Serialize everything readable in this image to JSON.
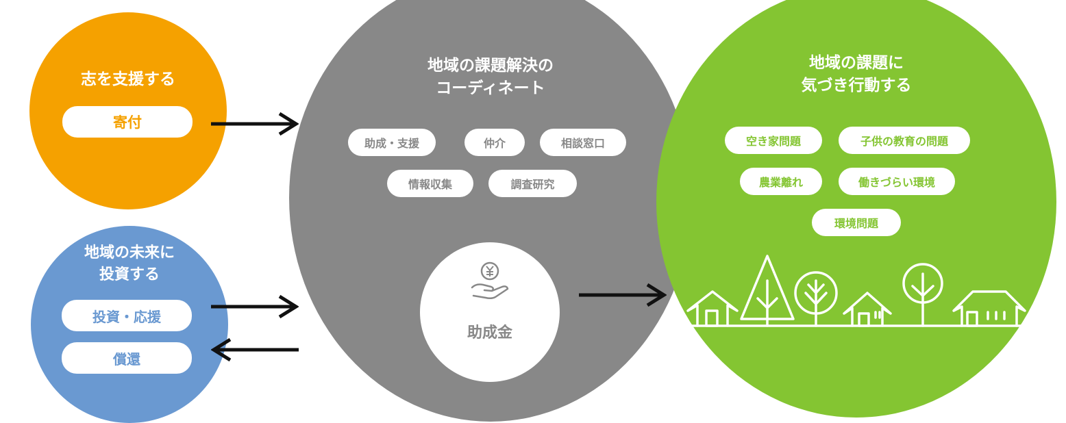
{
  "donate": {
    "title": "志を支援する",
    "label": "寄付"
  },
  "invest": {
    "title_lines": [
      "地域の未来に",
      "投資する"
    ],
    "labels": [
      "投資・応援",
      "償還"
    ]
  },
  "coordinate": {
    "title_lines": [
      "地域の課題解決の",
      "コーディネート"
    ],
    "tags": [
      "助成・支援",
      "仲介",
      "相談窓口",
      "情報収集",
      "調査研究"
    ],
    "grant_label": "助成金",
    "grant_icon": "yen-hand-icon"
  },
  "action": {
    "title_lines": [
      "地域の課題に",
      "気づき行動する"
    ],
    "tags": [
      "空き家問題",
      "子供の教育の問題",
      "農業離れ",
      "働きづらい環境",
      "環境問題"
    ],
    "illustration": "town-skyline-icon"
  },
  "colors": {
    "donate": "#F5A100",
    "invest": "#6A99D1",
    "coordinate": "#888888",
    "action": "#84C532",
    "arrow": "#111111"
  }
}
